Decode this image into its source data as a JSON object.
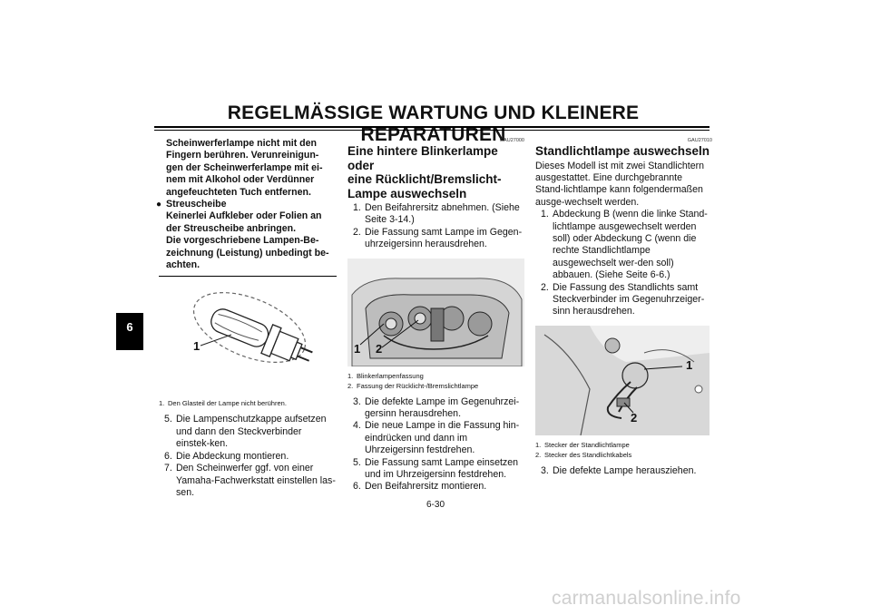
{
  "header": {
    "title": "REGELMÄSSIGE WARTUNG UND KLEINERE REPARATUREN"
  },
  "chapter_tab": "6",
  "column1": {
    "warning_lines": [
      "Scheinwerferlampe nicht mit den",
      "Fingern berühren. Verunreinigun-",
      "gen der Scheinwerferlampe mit ei-",
      "nem mit Alkohol oder Verdünner",
      "angefeuchteten Tuch entfernen."
    ],
    "bullet_title": "Streuscheibe",
    "bullet_lines": [
      "Keinerlei Aufkleber oder Folien an",
      "der Streuscheibe anbringen.",
      "Die vorgeschriebene Lampen-Be-",
      "zeichnung (Leistung) unbedingt be-",
      "achten."
    ],
    "figure_callout": "1",
    "caption": {
      "n": "1.",
      "text": "Den Glasteil der Lampe nicht berühren."
    },
    "steps": [
      {
        "n": "5.",
        "text": "Die Lampenschutzkappe aufsetzen und dann den Steckverbinder einstek-ken."
      },
      {
        "n": "6.",
        "text": "Die Abdeckung montieren."
      },
      {
        "n": "7.",
        "text": "Den Scheinwerfer ggf. von einer Yamaha-Fachwerkstatt einstellen las-sen."
      }
    ]
  },
  "column2": {
    "code": "GAU27000",
    "title_lines": [
      "Eine hintere Blinkerlampe oder",
      "eine Rücklicht/Bremslicht-",
      "Lampe auswechseln"
    ],
    "steps_a": [
      {
        "n": "1.",
        "text": "Den Beifahrersitz abnehmen. (Siehe Seite 3-14.)"
      },
      {
        "n": "2.",
        "text": "Die Fassung samt Lampe im Gegen-uhrzeigersinn herausdrehen."
      }
    ],
    "figure_callouts": [
      "1",
      "2"
    ],
    "captions": [
      {
        "n": "1.",
        "text": "Blinkerlampenfassung"
      },
      {
        "n": "2.",
        "text": "Fassung der Rücklicht-/Bremslichtlampe"
      }
    ],
    "steps_b": [
      {
        "n": "3.",
        "text": "Die defekte Lampe im Gegenuhrzei-gersinn herausdrehen."
      },
      {
        "n": "4.",
        "text": "Die neue Lampe in die Fassung hin-eindrücken und dann im Uhrzeigersinn festdrehen."
      },
      {
        "n": "5.",
        "text": "Die Fassung samt Lampe einsetzen und im Uhrzeigersinn festdrehen."
      },
      {
        "n": "6.",
        "text": "Den Beifahrersitz montieren."
      }
    ]
  },
  "column3": {
    "code": "GAU27010",
    "title": "Standlichtlampe auswechseln",
    "intro": "Dieses Modell ist mit zwei Standlichtern ausgestattet. Eine durchgebrannte Stand-lichtlampe kann folgendermaßen ausge-wechselt werden.",
    "steps_a": [
      {
        "n": "1.",
        "text": "Abdeckung B (wenn die linke Stand-lichtlampe ausgewechselt werden soll) oder Abdeckung C (wenn die rechte Standlichtlampe ausgewechselt wer-den soll) abbauen. (Siehe Seite 6-6.)"
      },
      {
        "n": "2.",
        "text": "Die Fassung des Standlichts samt Steckverbinder im Gegenuhrzeiger-sinn herausdrehen."
      }
    ],
    "figure_callouts": [
      "1",
      "2"
    ],
    "captions": [
      {
        "n": "1.",
        "text": "Stecker der Standlichtlampe"
      },
      {
        "n": "2.",
        "text": "Stecker des Standlichtkabels"
      }
    ],
    "steps_b": [
      {
        "n": "3.",
        "text": "Die defekte Lampe herausziehen."
      }
    ]
  },
  "page_number": "6-30",
  "watermark": "carmanualsonline.info"
}
